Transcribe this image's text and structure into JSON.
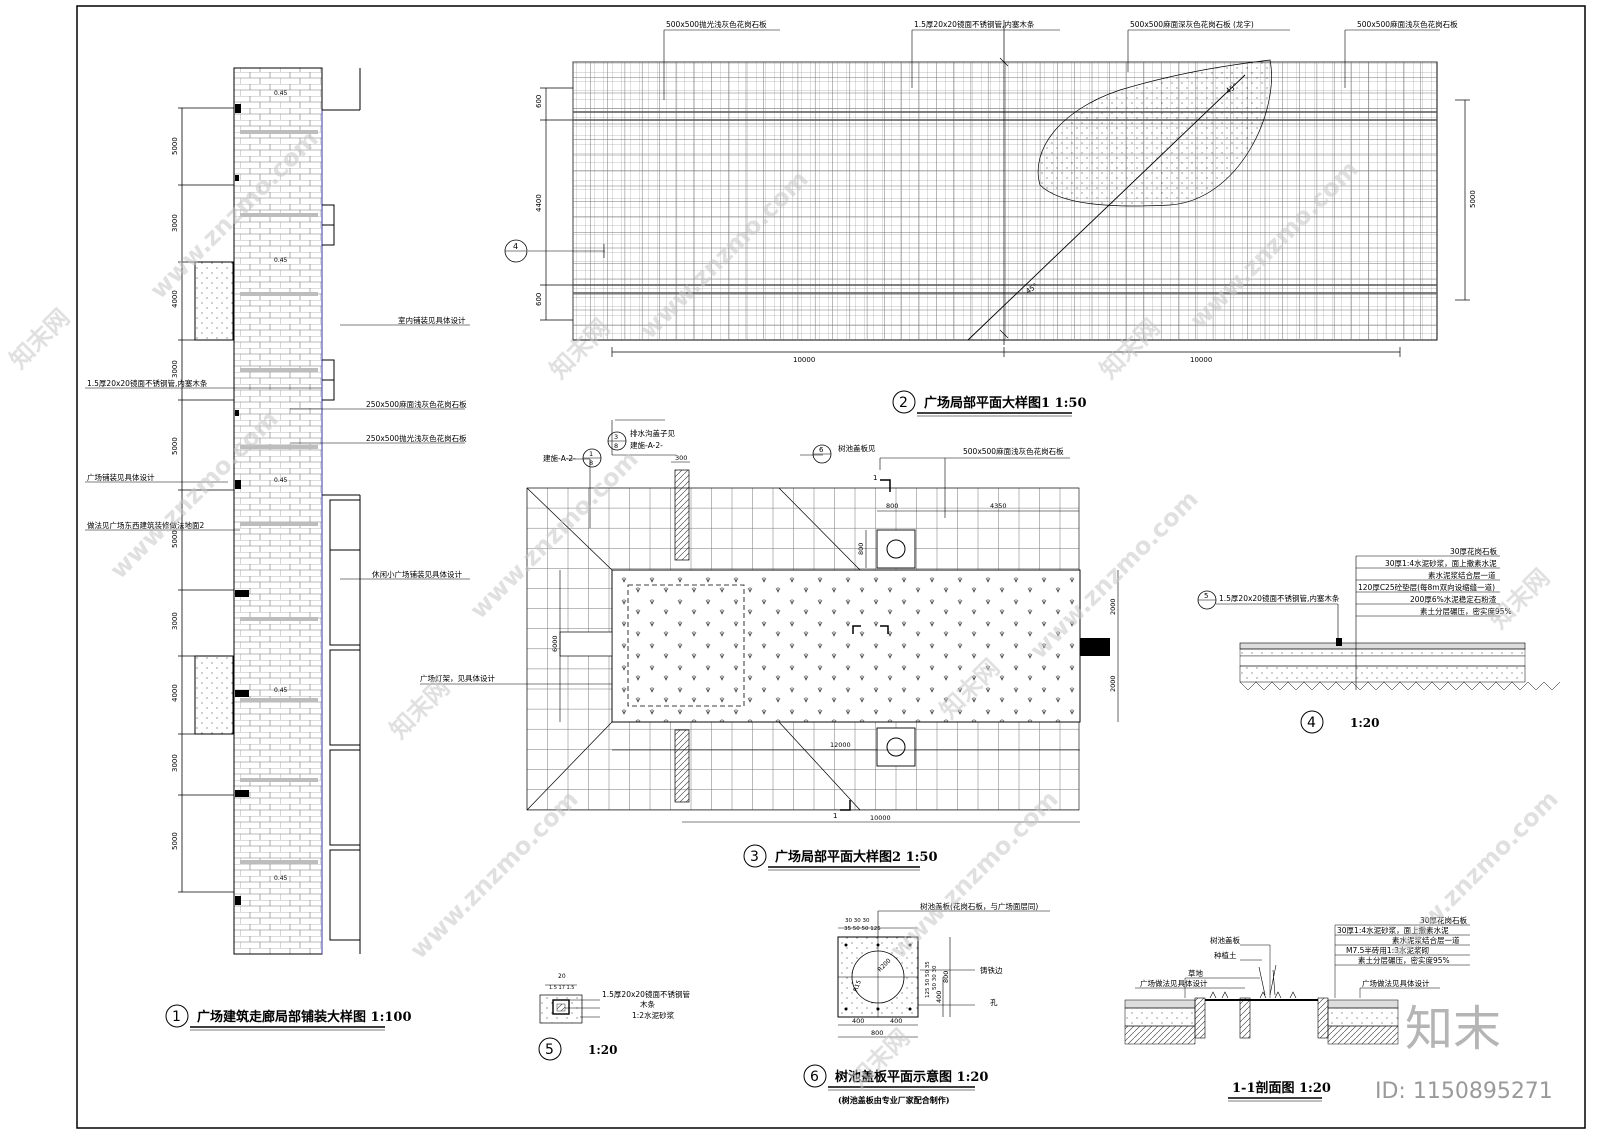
{
  "drawings": {
    "d1": {
      "no": "1",
      "title": "广场建筑走廊局部铺装大样图 1:100"
    },
    "d2": {
      "no": "2",
      "title": "广场局部平面大样图1 1:50"
    },
    "d3": {
      "no": "3",
      "title": "广场局部平面大样图2 1:50"
    },
    "d4": {
      "no": "4",
      "scale": "1:20"
    },
    "d5": {
      "no": "5",
      "scale": "1:20"
    },
    "d6": {
      "no": "6",
      "title": "树池盖板平面示意图 1:20",
      "note": "(树池盖板由专业厂家配合制作)"
    },
    "d11": {
      "title": "1-1剖面图 1:20"
    }
  },
  "d1": {
    "dims": [
      "5000",
      "3000",
      "4000",
      "3000",
      "5000",
      "5000",
      "3000",
      "4000",
      "3000",
      "5000"
    ],
    "levels": [
      "0.45",
      "0.45",
      "0.45",
      "0.45",
      "0.45"
    ],
    "labels": {
      "indoor": "室内铺装见具体设计",
      "steel": "1.5厚20x20镜面不锈钢管,内塞木条",
      "granite_dark": "250x500麻面浅灰色花岗石板",
      "granite_polish": "250x500抛光浅灰色花岗石板",
      "plaza": "广场铺装见具体设计",
      "method": "做法见广场东西建筑装修做法地面2",
      "leisure": "休闲小广场铺装见具体设计"
    }
  },
  "d2": {
    "labels": {
      "a": "500x500抛光浅灰色花岗石板",
      "b": "1.5厚20x20镜面不锈钢管,内塞木条",
      "c": "500x500麻面深灰色花岗石板 (龙字)",
      "d": "500x500麻面浅灰色花岗石板"
    },
    "dims_left": [
      "600",
      "4400",
      "600"
    ],
    "dim_right": "5000",
    "dims_bottom": [
      "10000",
      "10000"
    ],
    "angle": "45°",
    "ref": "4"
  },
  "d3": {
    "labels": {
      "drain": "排水沟盖子见",
      "drain_ref": "建施-A-2-",
      "ref_top": "3",
      "ref_bot": "8",
      "left_ref": "建施-A-2-",
      "left_no_top": "1",
      "left_no_bot": "8",
      "tree_ref": "6",
      "tree": "树池盖板见",
      "granite": "500x500麻面浅灰色花岗石板",
      "lamp": "广场灯架，见具体设计"
    },
    "dims": {
      "d300": "300",
      "d800": "800",
      "d4350": "4350",
      "d800v": "800",
      "d6000": "6000",
      "d2000a": "2000",
      "d2000b": "2000",
      "d12000": "12000",
      "d10000": "10000",
      "sec": "1"
    }
  },
  "d4": {
    "layers": [
      "30厚花岗石板",
      "30厚1:4水泥砂浆，面上撒素水泥",
      "素水泥浆结合层一道",
      "120厚C25砼垫层(每8m双向设缩缝一道)",
      "200厚6%水泥稳定石粉渣",
      "素土分层碾压，密实度95%"
    ],
    "ref": "5",
    "steel": "1.5厚20x20镜面不锈钢管,内塞木条"
  },
  "d5": {
    "dims": "20",
    "sub": "1.5 17 1.5",
    "labels": [
      "1.5厚20x20镜面不锈钢管",
      "木条",
      "1:2水泥砂浆"
    ]
  },
  "d6": {
    "top_label": "树池盖板(花岗石板，与广场面层同)",
    "dims_top": "30 30 30",
    "dims_top2": "35 50 50 125",
    "edge": "铸铁边",
    "hole": "孔",
    "r1": "R200",
    "r2": "R15",
    "dims_right": "125 50 50 35",
    "dims_right2": "50 30 30",
    "d400a": "400",
    "d400b": "400",
    "d800": "800",
    "d400v": "400",
    "d800v": "800"
  },
  "d11": {
    "layers": [
      "30厚花岗石板",
      "30厚1:4水泥砂浆，面上撒素水泥",
      "素水泥浆结合层一道",
      "M7.5半砖用1:3水泥浆砌",
      "素土分层碾压，密实度95%"
    ],
    "labels": {
      "cover": "树池盖板",
      "soil": "种植土",
      "grass": "草地",
      "left": "广场做法见具体设计",
      "right": "广场做法见具体设计"
    }
  },
  "watermark": {
    "text": "www.znzmo.com",
    "cn": "知末网",
    "logo": "知末",
    "id": "ID: 1150895271"
  }
}
